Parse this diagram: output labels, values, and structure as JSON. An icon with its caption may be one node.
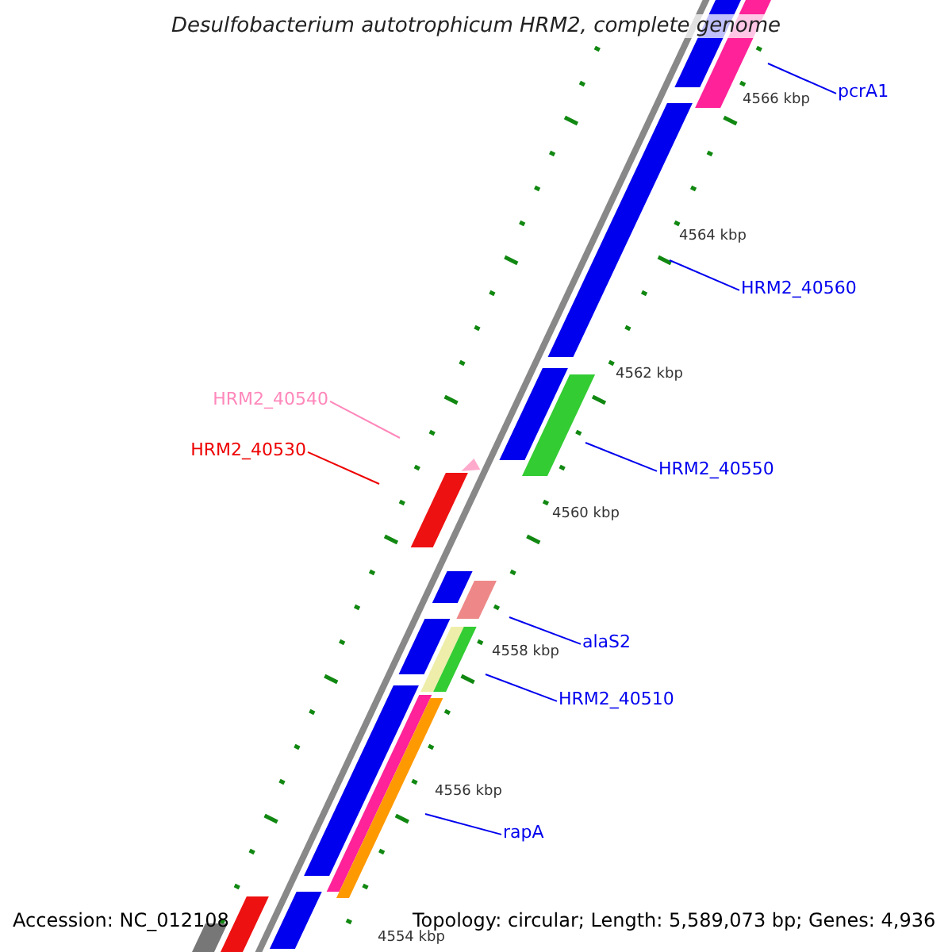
{
  "diagram": {
    "title": "Desulfobacterium autotrophicum HRM2, complete genome",
    "nodes": [
      {
        "text": [
          "pcrA1"
        ]
      },
      {
        "text": [
          "HRM2_40560"
        ]
      },
      {
        "text": [
          "HRM2_40550"
        ]
      },
      {
        "text": [
          "HRM2_40540"
        ]
      },
      {
        "text": [
          "HRM2_40530"
        ]
      },
      {
        "text": [
          "alaS2"
        ]
      },
      {
        "text": [
          "HRM2_40510"
        ]
      },
      {
        "text": [
          "rapA"
        ]
      }
    ],
    "edges": [
      {
        "from": 0,
        "to": null,
        "arrow": "none"
      },
      {
        "from": 1,
        "to": null,
        "arrow": "none"
      },
      {
        "from": 2,
        "to": null,
        "arrow": "none"
      },
      {
        "from": 3,
        "to": null,
        "arrow": "none",
        "color": "#ff88bb"
      },
      {
        "from": 4,
        "to": null,
        "arrow": "none",
        "color": "#ee0000"
      },
      {
        "from": 5,
        "to": null,
        "arrow": "none"
      },
      {
        "from": 6,
        "to": null,
        "arrow": "none"
      },
      {
        "from": 7,
        "to": null,
        "arrow": "none"
      }
    ],
    "labels": [
      "4566 kbp",
      "4564 kbp",
      "4562 kbp",
      "4560 kbp",
      "4558 kbp",
      "4556 kbp",
      "4554 kbp",
      "Accession: NC_012108",
      "Topology: circular; Length: 5,589,073 bp; Genes: 4,936"
    ]
  }
}
